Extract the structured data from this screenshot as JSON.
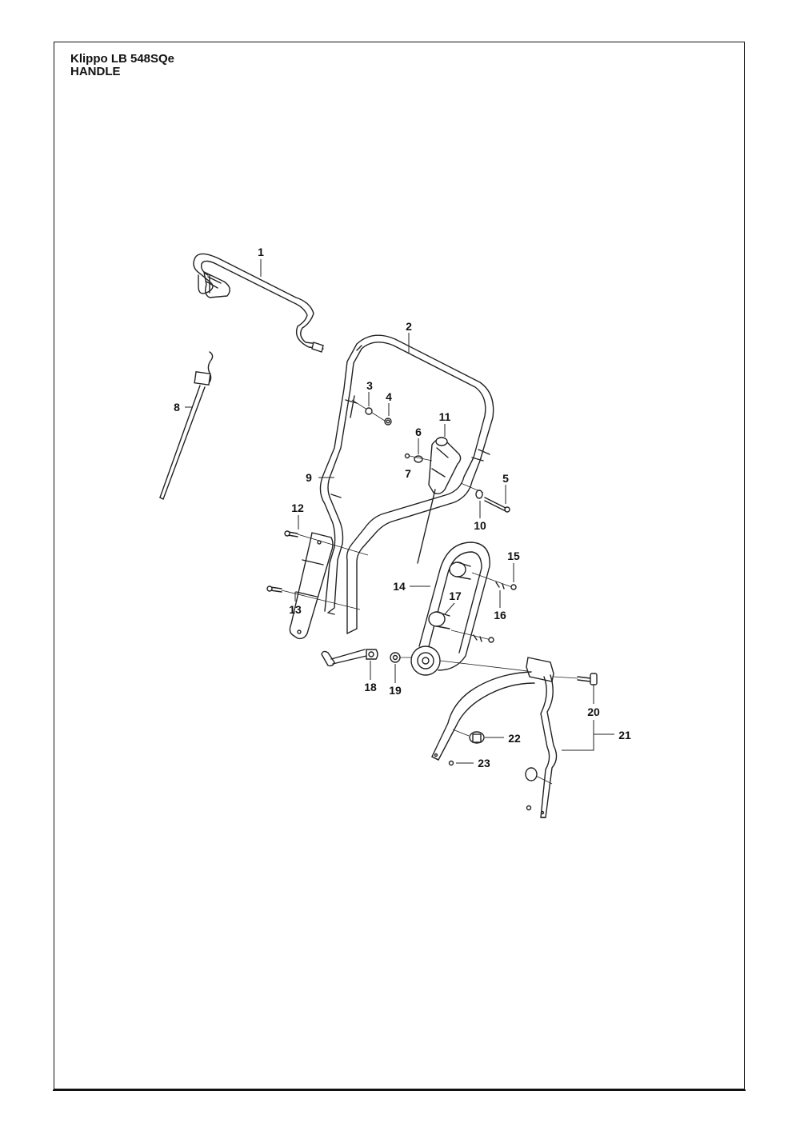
{
  "header": {
    "model": "Klippo LB 548SQe",
    "section": "HANDLE"
  },
  "callouts": [
    "1",
    "2",
    "3",
    "4",
    "5",
    "6",
    "7",
    "8",
    "9",
    "10",
    "11",
    "12",
    "13",
    "14",
    "15",
    "16",
    "17",
    "18",
    "19",
    "20",
    "21",
    "22",
    "23"
  ],
  "colors": {
    "line": "#222222",
    "background": "#ffffff"
  }
}
